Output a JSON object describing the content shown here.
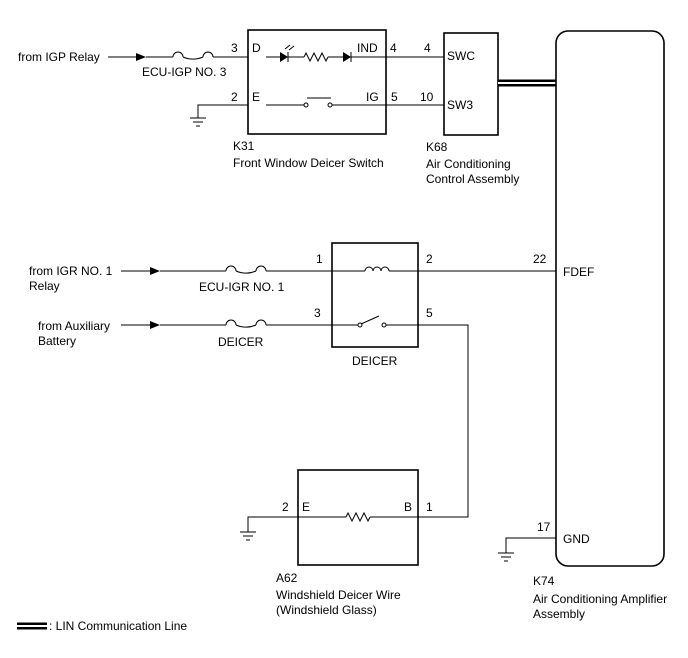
{
  "sources": {
    "igp_relay": "from IGP Relay",
    "igr_relay_l1": "from IGR NO. 1",
    "igr_relay_l2": "Relay",
    "aux_l1": "from Auxiliary",
    "aux_l2": "Battery"
  },
  "fuses": {
    "ecu_igp": "ECU-IGP NO. 3",
    "ecu_igr": "ECU-IGR NO. 1",
    "deicer": "DEICER"
  },
  "k31": {
    "code": "K31",
    "name": "Front Window Deicer Switch",
    "pins": {
      "p3": "3",
      "p2": "2",
      "p4": "4",
      "p5": "5"
    },
    "terms": {
      "d": "D",
      "e": "E",
      "ind": "IND",
      "ig": "IG"
    }
  },
  "k68": {
    "code": "K68",
    "name_l1": "Air Conditioning",
    "name_l2": "Control Assembly",
    "pins": {
      "p4": "4",
      "p10": "10"
    },
    "terms": {
      "swc": "SWC",
      "sw3": "SW3"
    }
  },
  "relay": {
    "name": "DEICER",
    "pins": {
      "p1": "1",
      "p2": "2",
      "p3": "3",
      "p5": "5"
    }
  },
  "a62": {
    "code": "A62",
    "name_l1": "Windshield Deicer Wire",
    "name_l2": "(Windshield Glass)",
    "pins": {
      "p2": "2",
      "p1": "1"
    },
    "terms": {
      "e": "E",
      "b": "B"
    }
  },
  "k74": {
    "code": "K74",
    "name_l1": "Air Conditioning Amplifier",
    "name_l2": "Assembly",
    "pins": {
      "p22": "22",
      "p17": "17"
    },
    "terms": {
      "fdef": "FDEF",
      "gnd": "GND"
    }
  },
  "legend": {
    "lin": ": LIN Communication Line"
  }
}
